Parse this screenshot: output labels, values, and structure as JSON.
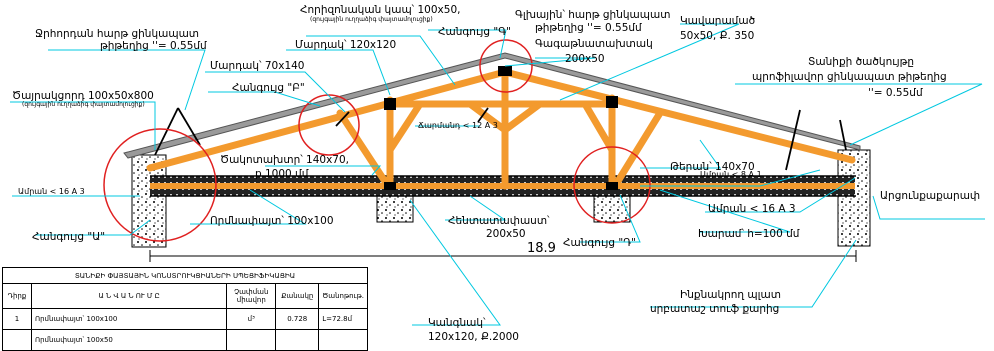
{
  "labels": {
    "tile_top": "Ջրհորդան հարթ ցինկապատ",
    "tile_top_2": "թիթեղից   ''= 0.55մմ",
    "joint_beam": "Հորիզոնական կապ՝ 100x50,",
    "joint_beam_sub": "(զույգային ուղղաձիգ փայտամոլուցիք)",
    "knot_g": "Հանգույց \"Գ\"",
    "ridge_sheet": "Գլխային՝ հարթ ցինկապատ",
    "ridge_sheet_2": "թիթեղից   ''= 0.55մմ",
    "rafter_top": "Մարդակ՝ 120x120",
    "purlin": "Կավարամած",
    "purlin_size": "50x50, Ք. 350",
    "board": "Գագաթնատախտակ",
    "board_size": "200x50",
    "rafter_left": "Մարդակ՝ 70x140",
    "knot_b": "Հանգույց \"Բ\"",
    "eaves_board": "Ծայրակցորդ 100x50x800",
    "eaves_board_sub": "(զույգային ուղղաձիգ փայտամոլուցիք)",
    "roofing": "Տանիքի ծածկույթը",
    "roofing_2": "պրոֆիլավոր ցինկապատ թիթեղից",
    "roofing_3": "''= 0.55մմ",
    "step_center": "Ճարմանդ < 12 A 3",
    "strut": "Թերան՝ 140x70",
    "lath": "Ծակոտախտր՝ 140x70,",
    "lath_2": "p.1000 մմ",
    "anchor_right_top": "Ամրան < 8 A 1",
    "anchor_left": "Ամրան < 16 A 3",
    "mauerlat": "Որմնափայտ՝ 100x100",
    "anchor_right": "Ամրան < 16 A 3",
    "gutter": "Արցունքաքարափ",
    "floor_slab": "Հենտատափաստ՝",
    "floor_slab_size": "200x50",
    "beam_h": "Խարամ՝ h=100 մմ",
    "knot_a": "Հանգույց \"Ա\"",
    "knot_d": "Հանգույց \"Դ\"",
    "dimension": "18.9",
    "slab": "Ինքնակրող պլատ",
    "slab_2": "սրբատաշ տուֆ քարից",
    "column": "Կանգնակ՝",
    "column_size": "120x120, Ք.2000"
  },
  "table": {
    "title": "ՏԱՆԻՔԻ ՓԱՅՏԱՅԻՆ ԿՈՆՍՏՐՈՒԿՑԻԱՆԵՐԻ ՍՊԵՑԻՖԻԿԱՑԻԱ",
    "headers": [
      "Դիրք",
      "Ա Ն Վ Ա Ն ՈՒ Մ Ը",
      "Չափման միավոր",
      "Քանակը",
      "Ծանոթութ."
    ],
    "rows": [
      [
        "1",
        "Որմնափայտ՝ 100x100",
        "մ³",
        "0.728",
        "L=72.8մ"
      ],
      [
        "",
        "Որմնափայտ՝ 100x50",
        "",
        "",
        ""
      ]
    ]
  },
  "colors": {
    "timber": "#f39a2e",
    "roof": "#9a9a9a",
    "callout": "#00c8e0",
    "highlight": "#e02020"
  }
}
